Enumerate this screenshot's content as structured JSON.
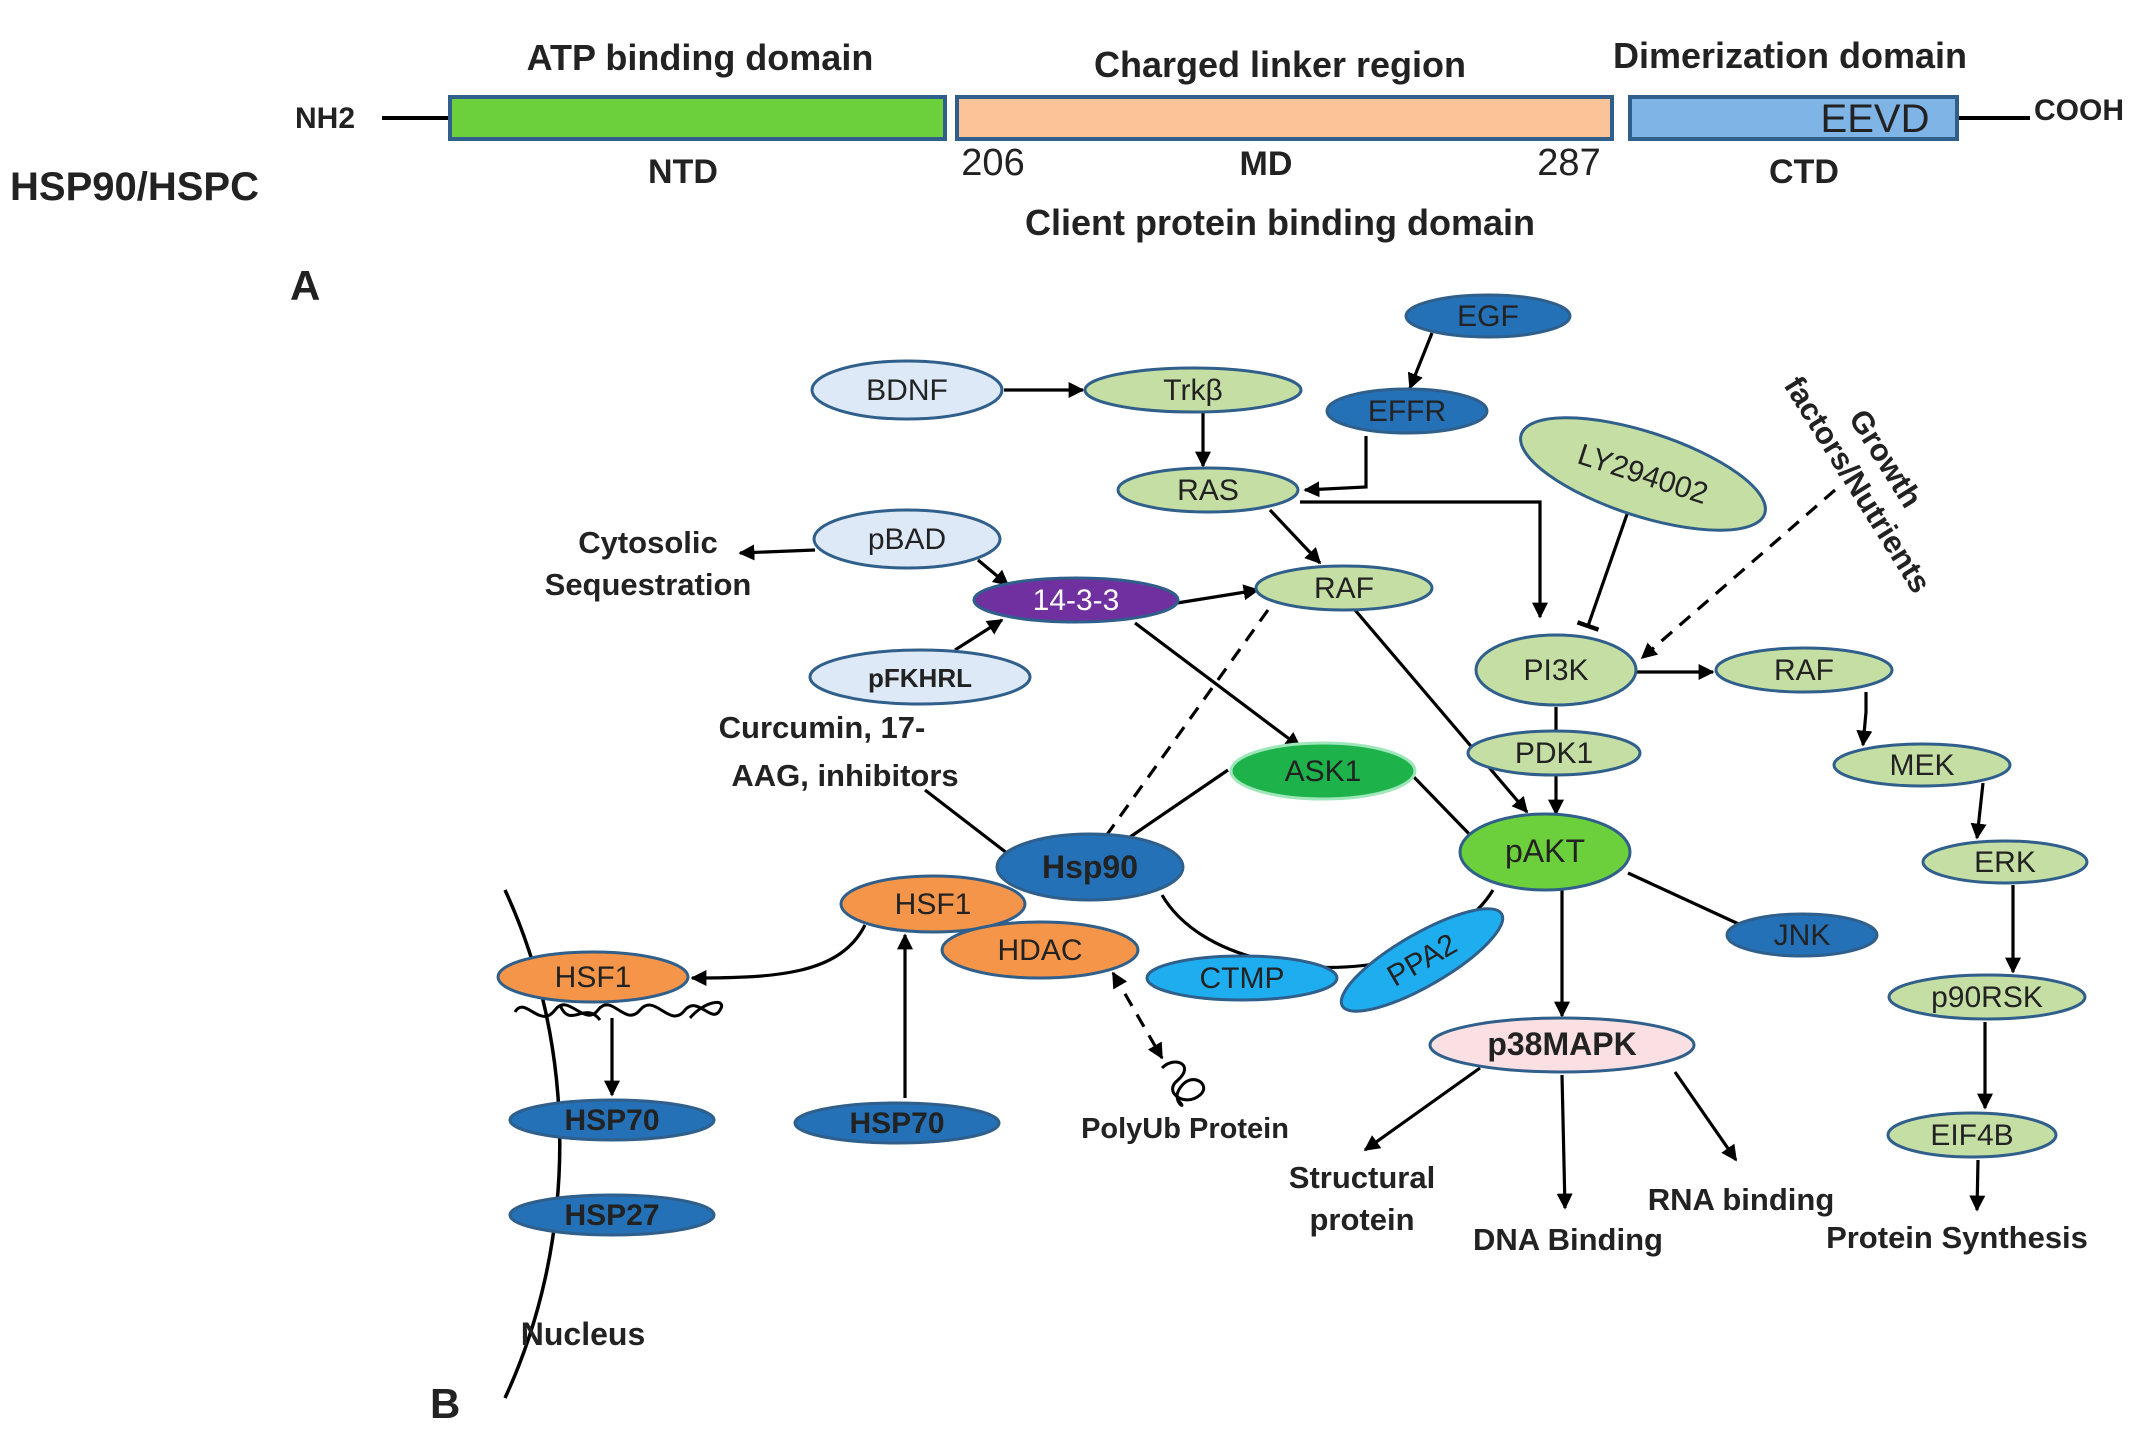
{
  "panel_a": {
    "protein_label": "HSP90/HSPC",
    "panel_letter": "A",
    "nh2": "NH2",
    "cooh": "COOH",
    "domains": [
      {
        "top": "ATP binding domain",
        "bottom": "NTD",
        "color": "#6ccf3c"
      },
      {
        "top": "Charged linker region",
        "bottom": "MD",
        "color": "#fbc398"
      },
      {
        "top": "Dimerization domain",
        "bottom": "CTD",
        "color": "#7fb4e6",
        "inner": "EEVD"
      }
    ],
    "pos_left": "206",
    "pos_right": "287",
    "client_label": "Client protein binding domain"
  },
  "panel_b": {
    "panel_letter": "B",
    "nodes": {
      "egf": "EGF",
      "bdnf": "BDNF",
      "trkb": "Trkβ",
      "effr": "EFFR",
      "ly": "LY294002",
      "ras": "RAS",
      "pbad": "pBAD",
      "p1433": "14-3-3",
      "raf1": "RAF",
      "pfkhrl": "pFKHRL",
      "pi3k": "PI3K",
      "raf2": "RAF",
      "pdk1": "PDK1",
      "mek": "MEK",
      "ask1": "ASK1",
      "pakt": "pAKT",
      "hsp90": "Hsp90",
      "erk": "ERK",
      "hsf1a": "HSF1",
      "hdac": "HDAC",
      "hsf1b": "HSF1",
      "ctmp": "CTMP",
      "ppa2": "PPA2",
      "jnk": "JNK",
      "p90rsk": "p90RSK",
      "p38": "p38MAPK",
      "hsp70a": "HSP70",
      "hsp70b": "HSP70",
      "eif4b": "EIF4B",
      "hsp27": "HSP27"
    },
    "labels": {
      "growth1": "Growth",
      "growth2": "factors/Nutrients",
      "cyto1": "Cytosolic",
      "cyto2": "Sequestration",
      "curc1": "Curcumin, 17-",
      "curc2": "AAG, inhibitors",
      "polyub": "PolyUb Protein",
      "struct1": "Structural",
      "struct2": "protein",
      "dna": "DNA Binding",
      "rna": "RNA binding",
      "protsyn": "Protein Synthesis",
      "nucleus": "Nucleus"
    },
    "colors": {
      "pale_blue": "#dde9f6",
      "pale_green": "#c5dea4",
      "dark_blue": "#2471b8",
      "purple": "#7030a0",
      "bright_green": "#1db24a",
      "lime_green": "#6ccf3c",
      "orange": "#f5954a",
      "light_blue": "#1eaef0",
      "pink": "#fbe0e3"
    }
  }
}
